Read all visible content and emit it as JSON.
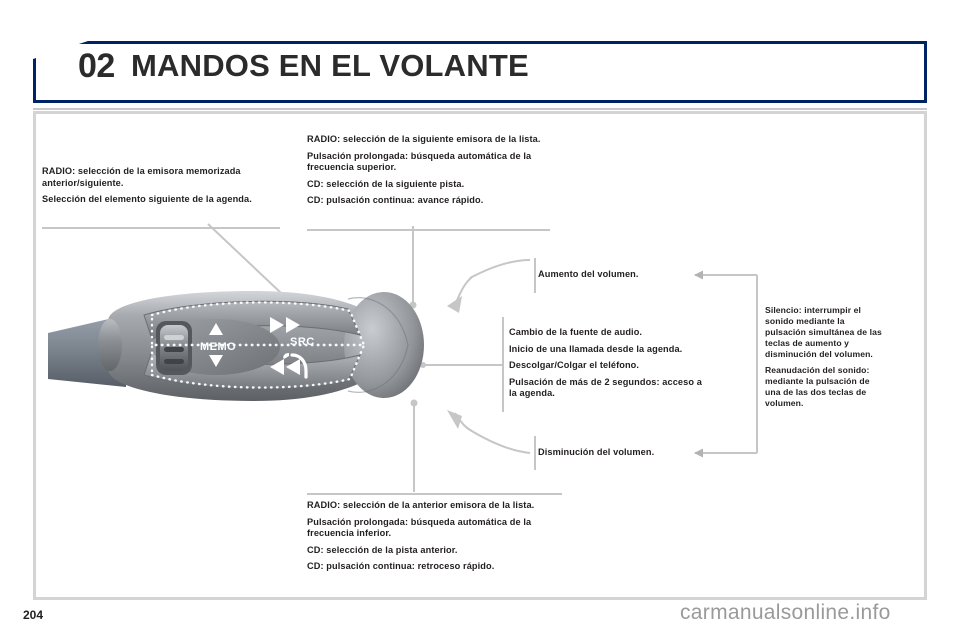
{
  "header": {
    "chapter": "02",
    "title": "MANDOS EN EL VOLANTE",
    "accent_color": "#002366"
  },
  "blocks": {
    "radio_preset": {
      "line1": "RADIO: selección de la emisora memorizada anterior/siguiente.",
      "line2": "Selección del elemento siguiente de la agenda."
    },
    "next_track": {
      "line1": "RADIO: selección de la siguiente emisora de la lista.",
      "line2": "Pulsación prolongada: búsqueda automática de la frecuencia superior.",
      "line3": "CD: selección de la siguiente pista.",
      "line4": "CD: pulsación continua: avance rápido."
    },
    "previous_track": {
      "line1": "RADIO: selección de la anterior emisora de la lista.",
      "line2": "Pulsación prolongada: búsqueda automática de la frecuencia inferior.",
      "line3": "CD: selección de la pista anterior.",
      "line4": "CD: pulsación continua: retroceso rápido."
    },
    "audio_source": {
      "line1": "Cambio de la fuente de audio.",
      "line2": "Inicio de una llamada desde la agenda.",
      "line3": "Descolgar/Colgar el teléfono.",
      "line4": "Pulsación de más de 2 segundos: acceso a la agenda."
    },
    "mute": {
      "line1": "Silencio: interrumpir el sonido mediante la pulsación simultánea de las teclas de aumento y disminución del volumen.",
      "line2": "Reanudación del sonido: mediante la pulsación de una de las dos teclas de volumen."
    },
    "volume_up": "Aumento del volumen.",
    "volume_down": "Disminución del volumen."
  },
  "illustration": {
    "label_memo": "MEMO",
    "label_src": "SRC",
    "icon_forward": "forward-double-arrow-icon",
    "icon_backward": "backward-double-arrow-icon",
    "icon_phone": "phone-handset-icon",
    "icon_up": "triangle-up-icon",
    "icon_down": "triangle-down-icon"
  },
  "footer": {
    "page_number": "204",
    "watermark": "carmanualsonline.info"
  }
}
